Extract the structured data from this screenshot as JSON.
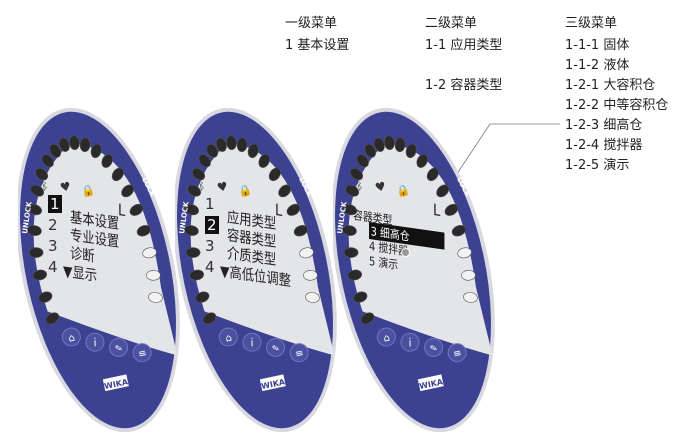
{
  "menu_table": {
    "headers": [
      "一级菜单",
      "二级菜单",
      "三级菜单"
    ],
    "level1": [
      "1 基本设置"
    ],
    "level2": [
      "1-1 应用类型",
      "1-2 容器类型"
    ],
    "level3": [
      "1-1-1 固体",
      "1-1-2 液体",
      "1-2-1 大容积仓",
      "1-2-2 中等容积仓",
      "1-2-3 细高仓",
      "1-2-4 搅拌器",
      "1-2-5 演示"
    ]
  },
  "device_labels": {
    "unlock": "UNLOCK",
    "lock": "LOCK",
    "brand": "WIKA",
    "status_letter": "L"
  },
  "devices": [
    {
      "numbers": [
        "1",
        "2",
        "3",
        "4"
      ],
      "selected": "1",
      "items": [
        "基本设置",
        "专业设置",
        "诊断",
        "▼显示"
      ]
    },
    {
      "numbers": [
        "1",
        "2",
        "3",
        "4"
      ],
      "selected": "2",
      "items": [
        "应用类型",
        "容器类型",
        "介质类型",
        "▼高低位调整"
      ]
    },
    {
      "header": "容器类型",
      "items": [
        "3 细高仓",
        "4 搅拌器",
        "5 演示"
      ],
      "highlighted": "3 细高仓"
    }
  ],
  "colors": {
    "bezel": "#3d4191",
    "screen": "#e4e5e8"
  }
}
